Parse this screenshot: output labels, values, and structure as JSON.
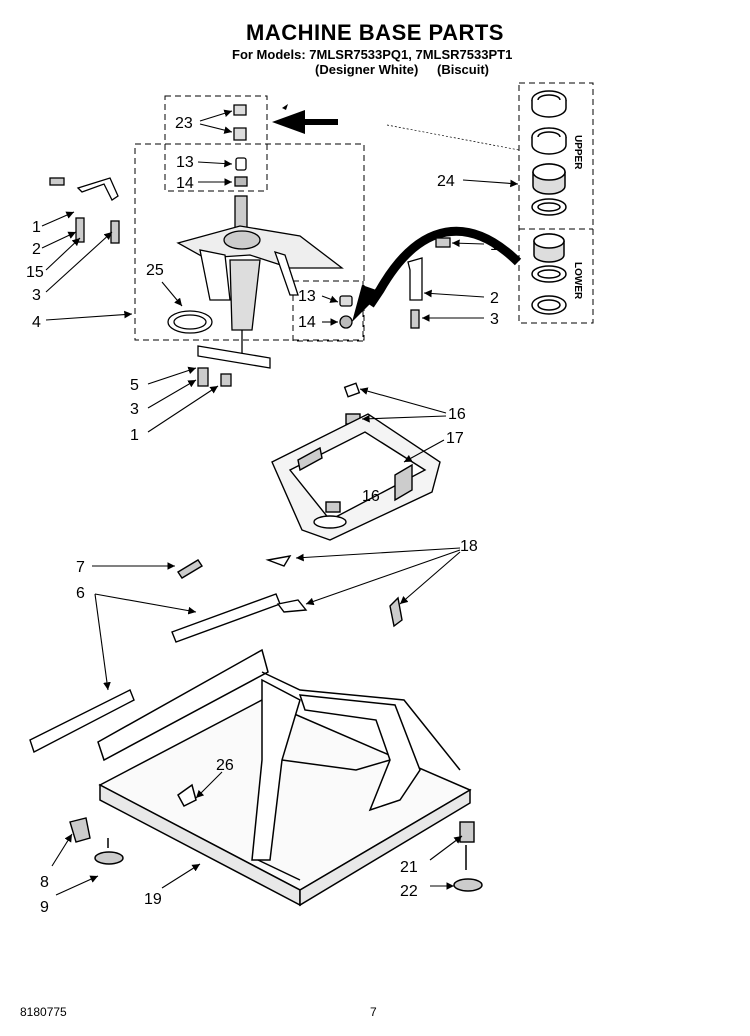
{
  "header": {
    "title": "MACHINE BASE PARTS",
    "models": "For Models: 7MLSR7533PQ1, 7MLSR7533PT1",
    "color1": "(Designer White)",
    "color2": "(Biscuit)"
  },
  "footer": {
    "doc_number": "8180775",
    "page": "7"
  },
  "seal_kit": {
    "upper": "UPPER",
    "lower": "LOWER"
  },
  "callouts": [
    {
      "id": "c23",
      "text": "23"
    },
    {
      "id": "c13a",
      "text": "13"
    },
    {
      "id": "c14a",
      "text": "14"
    },
    {
      "id": "c24",
      "text": "24"
    },
    {
      "id": "c1a",
      "text": "1"
    },
    {
      "id": "c2a",
      "text": "2"
    },
    {
      "id": "c15",
      "text": "15"
    },
    {
      "id": "c3a",
      "text": "3"
    },
    {
      "id": "c25",
      "text": "25"
    },
    {
      "id": "c4",
      "text": "4"
    },
    {
      "id": "c13b",
      "text": "13"
    },
    {
      "id": "c14b",
      "text": "14"
    },
    {
      "id": "c1b",
      "text": "1"
    },
    {
      "id": "c2b",
      "text": "2"
    },
    {
      "id": "c3b",
      "text": "3"
    },
    {
      "id": "c5",
      "text": "5"
    },
    {
      "id": "c3c",
      "text": "3"
    },
    {
      "id": "c1c",
      "text": "1"
    },
    {
      "id": "c16a",
      "text": "16"
    },
    {
      "id": "c17",
      "text": "17"
    },
    {
      "id": "c16b",
      "text": "16"
    },
    {
      "id": "c7",
      "text": "7"
    },
    {
      "id": "c18",
      "text": "18"
    },
    {
      "id": "c6",
      "text": "6"
    },
    {
      "id": "c26",
      "text": "26"
    },
    {
      "id": "c8",
      "text": "8"
    },
    {
      "id": "c9",
      "text": "9"
    },
    {
      "id": "c19",
      "text": "19"
    },
    {
      "id": "c21",
      "text": "21"
    },
    {
      "id": "c22",
      "text": "22"
    }
  ]
}
